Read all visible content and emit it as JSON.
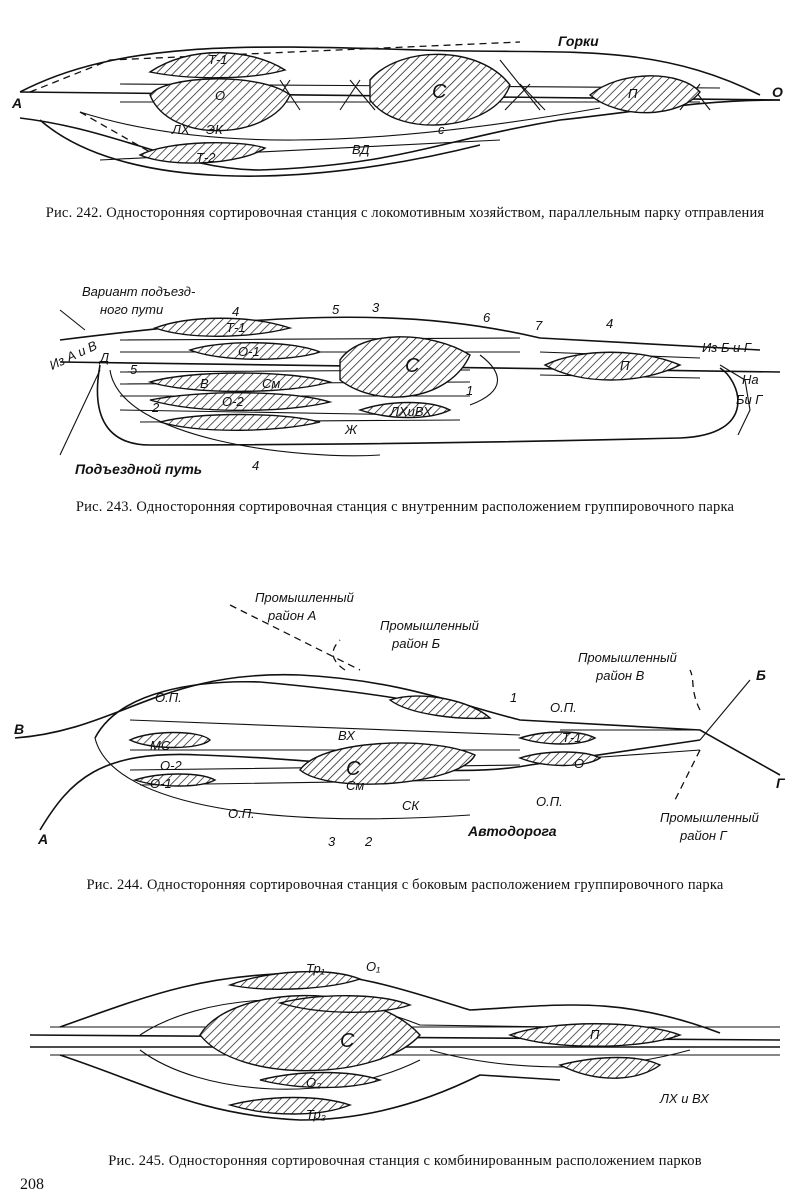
{
  "figures": [
    {
      "caption": "Рис. 242. Односторонняя сортировочная станция с локомотивным хозяйством, параллельным парку отправления",
      "labels": {
        "a": "А",
        "o": "О",
        "gorki": "Горки",
        "t1": "Т-1",
        "o_park": "О",
        "c": "С",
        "p": "П",
        "lh": "ЛХ",
        "ek": "ЭК",
        "t2": "Т-2",
        "vd": "ВД",
        "c_small": "с"
      }
    },
    {
      "caption": "Рис. 243. Односторонняя сортировочная станция с внутренним расположением группировочного парка",
      "labels": {
        "variant": "Вариант подъезд-",
        "variant2": "ного пути",
        "iz_a_i_v": "Из А и В",
        "d": "Д",
        "n4a": "4",
        "t1": "Т-1",
        "o1": "О-1",
        "n5a": "5",
        "n3": "3",
        "n6": "6",
        "n7": "7",
        "n4b": "4",
        "iz_b_i_g": "Из Б и Г",
        "na_b_i_g": "На",
        "na_b_i_g2": "Би Г",
        "c": "С",
        "p": "П",
        "b": "В",
        "cm": "Cм",
        "n2": "2",
        "o2": "О-2",
        "lhivh": "ЛХиВХ",
        "zh": "Ж",
        "n1": "1",
        "n5b": "5",
        "n4c": "4",
        "podezd": "Подъездной путь"
      }
    },
    {
      "caption": "Рис. 244. Односторонняя сортировочная станция с боковым расположением группировочного парка",
      "labels": {
        "prom_a": "Промышленный",
        "prom_a2": "район А",
        "prom_b": "Промышленный",
        "prom_b2": "район Б",
        "prom_v": "Промышленный",
        "prom_v2": "район В",
        "prom_g": "Промышленный",
        "prom_g2": "район Г",
        "b": "В",
        "a": "А",
        "op1": "О.П.",
        "op2": "О.П.",
        "op3": "О.П.",
        "op4": "О.П.",
        "n1": "1",
        "n2": "2",
        "n3": "3",
        "b_right": "Б",
        "g": "Г",
        "avtodoroga": "Автодорога",
        "c": "С",
        "cm": "См",
        "ck": "СК",
        "vh": "ВХ",
        "o": "О",
        "t1": "Т-1",
        "o2": "О-2",
        "o1": "О-1",
        "mc": "МС"
      }
    },
    {
      "caption": "Рис. 245. Односторонняя сортировочная станция с комбинированным расположением парков",
      "labels": {
        "tp1": "Тр₁",
        "o1": "О₁",
        "c": "С",
        "p": "П",
        "o2": "О₂",
        "tp2": "Тр₂",
        "lhivh": "ЛХ и ВХ"
      }
    }
  ],
  "page_number": "208"
}
